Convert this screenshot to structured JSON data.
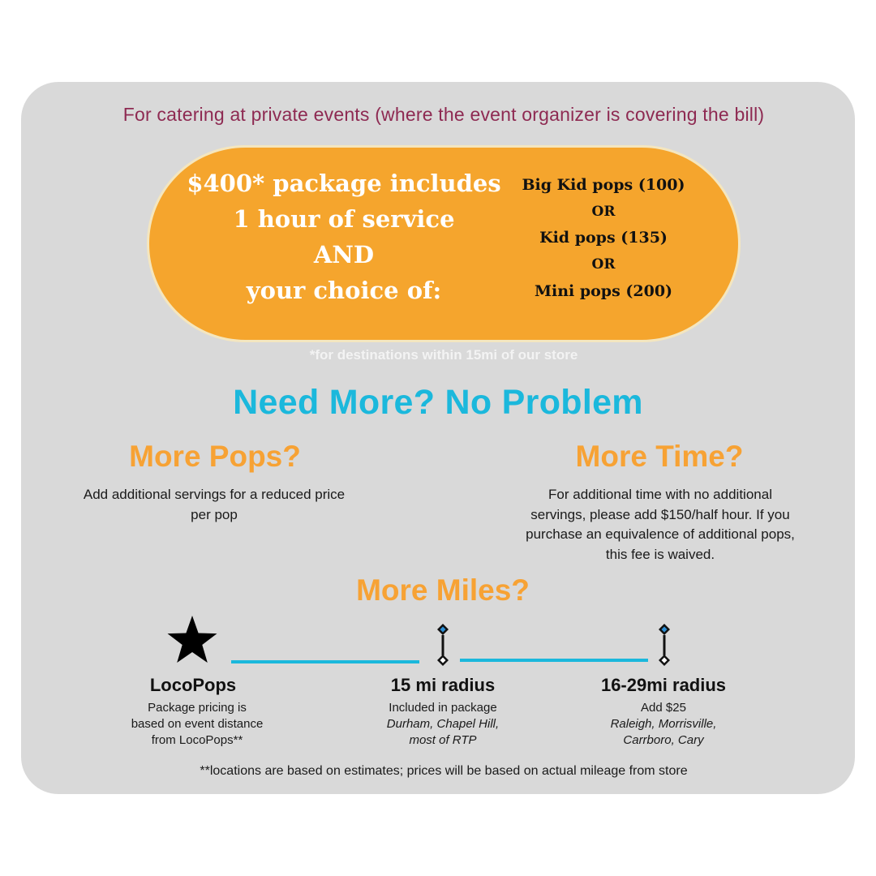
{
  "intro": "For catering at private events (where the event organizer is covering the bill)",
  "package": {
    "lines": [
      "$400* package includes",
      "1 hour of service",
      "AND",
      "your choice of:"
    ],
    "choices": [
      "Big Kid pops (100)",
      "OR",
      "Kid pops (135)",
      "OR",
      "Mini pops (200)"
    ]
  },
  "note": "*for destinations within 15mi of our store",
  "headline": "Need More? No Problem",
  "more_pops": {
    "title": "More Pops?",
    "text_lines": [
      "Add additional servings for a reduced price",
      "per pop"
    ]
  },
  "more_time": {
    "title": "More Time?",
    "text_lines": [
      "For additional time with no additional",
      "servings, please add $150/half hour. If you",
      "purchase an equivalence of additional pops,",
      "this fee is waived."
    ]
  },
  "more_miles": {
    "title": "More Miles?",
    "stops": [
      {
        "title": "LocoPops",
        "lines": [
          "Package pricing is",
          "based on event distance",
          "from LocoPops**"
        ],
        "icon": "star-icon"
      },
      {
        "title": "15 mi radius",
        "line": "Included in package",
        "italic_lines": [
          "Durham, Chapel Hill,",
          "most of RTP"
        ],
        "icon": "location-pin-icon"
      },
      {
        "title": "16-29mi radius",
        "line": "Add $25",
        "italic_lines": [
          "Raleigh, Morrisville,",
          "Carrboro, Cary"
        ],
        "icon": "location-pin-icon"
      }
    ]
  },
  "footer": "**locations are based on estimates; prices will be based on actual mileage from store",
  "colors": {
    "background_card": "#d9d9d9",
    "orange": "#f5a52d",
    "cyan": "#1bb8dc",
    "maroon": "#8e2a52"
  }
}
